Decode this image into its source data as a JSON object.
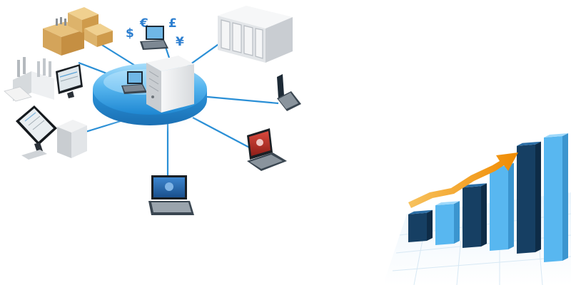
{
  "illustration": {
    "currency_symbols": [
      "$",
      "€",
      "£",
      "¥"
    ],
    "colors": {
      "hub_blue": "#3aa8e8",
      "hub_light": "#9fd8f7",
      "connector_blue": "#2a8fd6",
      "server_gray": "#e6e8ea",
      "bar_dark": "#163f63",
      "bar_light": "#58b7f0",
      "arrow_orange": "#f5a21c",
      "screen_blue": "#2b6fb8",
      "screen_red": "#c7342b"
    },
    "icons": [
      "network-hub-icon",
      "central-server-icon",
      "laptop-icon",
      "server-rack-icon",
      "box-icon",
      "factory-icon",
      "monitor-icon",
      "tower-pc-icon",
      "bar-chart-icon",
      "trend-arrow-icon"
    ]
  },
  "chart": {
    "bar_levels": [
      0.28,
      0.38,
      0.55,
      0.73,
      0.9,
      1.0
    ]
  }
}
